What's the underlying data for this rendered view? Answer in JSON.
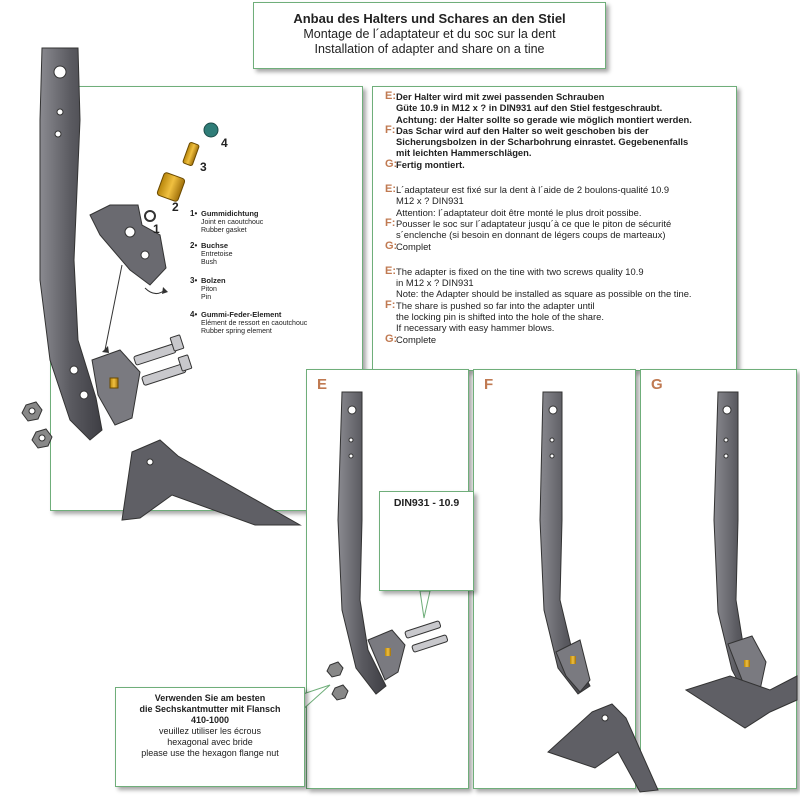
{
  "title": {
    "de": "Anbau des Halters und Schares an den Stiel",
    "fr": "Montage de l´adaptateur et du soc sur la dent",
    "en": "Installation of adapter and share on a tine"
  },
  "parts": [
    {
      "num": "1",
      "de": "Gummidichtung",
      "fr": "Joint en caoutchouc",
      "en": "Rubber gasket"
    },
    {
      "num": "2",
      "de": "Buchse",
      "fr": "Entretoise",
      "en": "Bush"
    },
    {
      "num": "3",
      "de": "Bolzen",
      "fr": "Piton",
      "en": "Pin"
    },
    {
      "num": "4",
      "de": "Gummi-Feder-Element",
      "fr": "Elément de ressort en caoutchouc",
      "en": "Rubber spring element"
    }
  ],
  "callouts": [
    "1",
    "2",
    "3",
    "4"
  ],
  "instructions": {
    "de": {
      "e_letter": "E:",
      "e_lines": [
        "Der Halter wird mit zwei passenden Schrauben",
        "Güte 10.9 in M12 x ? in DIN931 auf den Stiel festgeschraubt.",
        "Achtung: der Halter sollte so gerade wie möglich montiert werden."
      ],
      "f_letter": "F:",
      "f_lines": [
        "Das Schar wird auf den Halter so weit geschoben bis der",
        "Sicherungsbolzen in der Scharbohrung einrastet. Gegebenenfalls",
        "mit leichten Hammerschlägen."
      ],
      "g_letter": "G:",
      "g_lines": [
        "Fertig montiert."
      ]
    },
    "fr": {
      "e_letter": "E:",
      "e_lines": [
        "L´adaptateur est fixé sur la dent à l´aide de 2 boulons-qualité 10.9",
        "M12 x ? DIN931",
        "Attention: l´adaptateur doit être monté le plus droit possibe."
      ],
      "f_letter": "F:",
      "f_lines": [
        "Pousser le soc sur l´adaptateur jusqu´à ce que le piton de sécurité",
        "s´enclenche (si besoin en donnant de légers coups de marteaux)"
      ],
      "g_letter": "G:",
      "g_lines": [
        "Complet"
      ]
    },
    "en": {
      "e_letter": "E:",
      "e_lines": [
        "The adapter is fixed on the tine with two screws quality 10.9",
        "in M12 x ? DIN931",
        "Note: the Adapter should be installed as square as possible on the tine."
      ],
      "f_letter": "F:",
      "f_lines": [
        "The share is pushed so far into the adapter until",
        "the locking pin is shifted into the hole of the share.",
        "If necessary with easy hammer blows."
      ],
      "g_letter": "G:",
      "g_lines": [
        "Complete"
      ]
    }
  },
  "panels": {
    "e": "E",
    "f": "F",
    "g": "G"
  },
  "din_label": "DIN931 - 10.9",
  "nut_note": {
    "de1": "Verwenden Sie am besten",
    "de2": "die Sechskantmutter mit Flansch",
    "de3": "410-1000",
    "fr1": "veuillez utiliser les écrous",
    "fr2": "hexagonal avec bride",
    "en": "please use the hexagon flange nut"
  },
  "colors": {
    "accent_letter": "#c07a52",
    "border": "#6fae7a",
    "tine": "#5c5c62",
    "brass": "#d9a520"
  }
}
